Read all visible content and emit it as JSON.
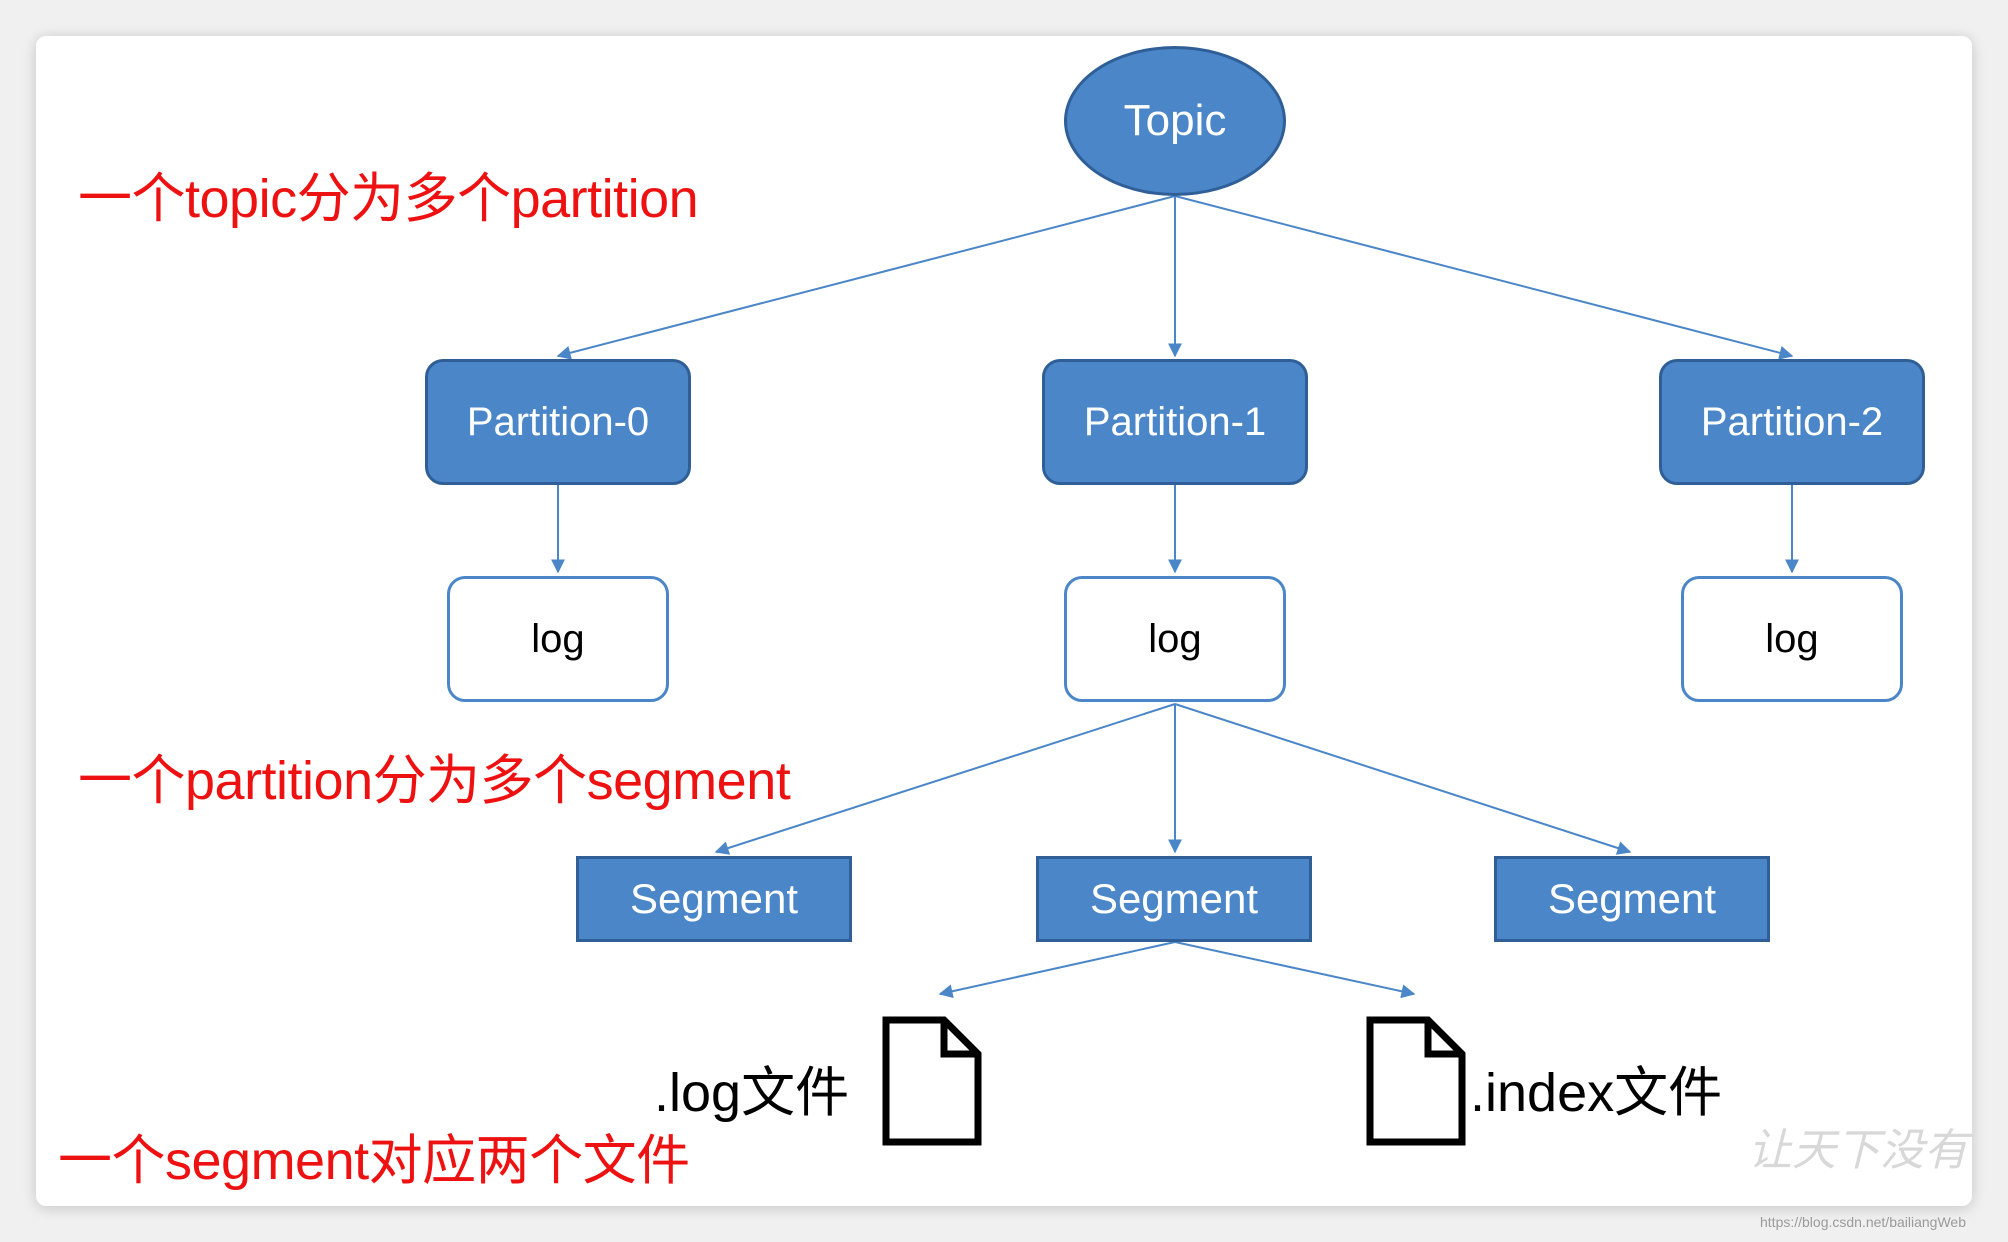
{
  "diagram": {
    "topic": {
      "label": "Topic"
    },
    "partitions": [
      {
        "label": "Partition-0"
      },
      {
        "label": "Partition-1"
      },
      {
        "label": "Partition-2"
      }
    ],
    "logs": [
      {
        "label": "log"
      },
      {
        "label": "log"
      },
      {
        "label": "log"
      }
    ],
    "segments": [
      {
        "label": "Segment"
      },
      {
        "label": "Segment"
      },
      {
        "label": "Segment"
      }
    ],
    "files": [
      {
        "label": ".log文件"
      },
      {
        "label": ".index文件"
      }
    ],
    "annotations": [
      {
        "text": "一个topic分为多个partition"
      },
      {
        "text": "一个partition分为多个segment"
      },
      {
        "text": "一个segment对应两个文件"
      }
    ],
    "colors": {
      "node_fill": "#4a86c8",
      "node_border": "#2f5f96",
      "edge": "#4a86c8",
      "annotation": "#ee1111"
    }
  },
  "watermark": {
    "text": "让天下没有",
    "url": "https://blog.csdn.net/bailiangWeb"
  }
}
